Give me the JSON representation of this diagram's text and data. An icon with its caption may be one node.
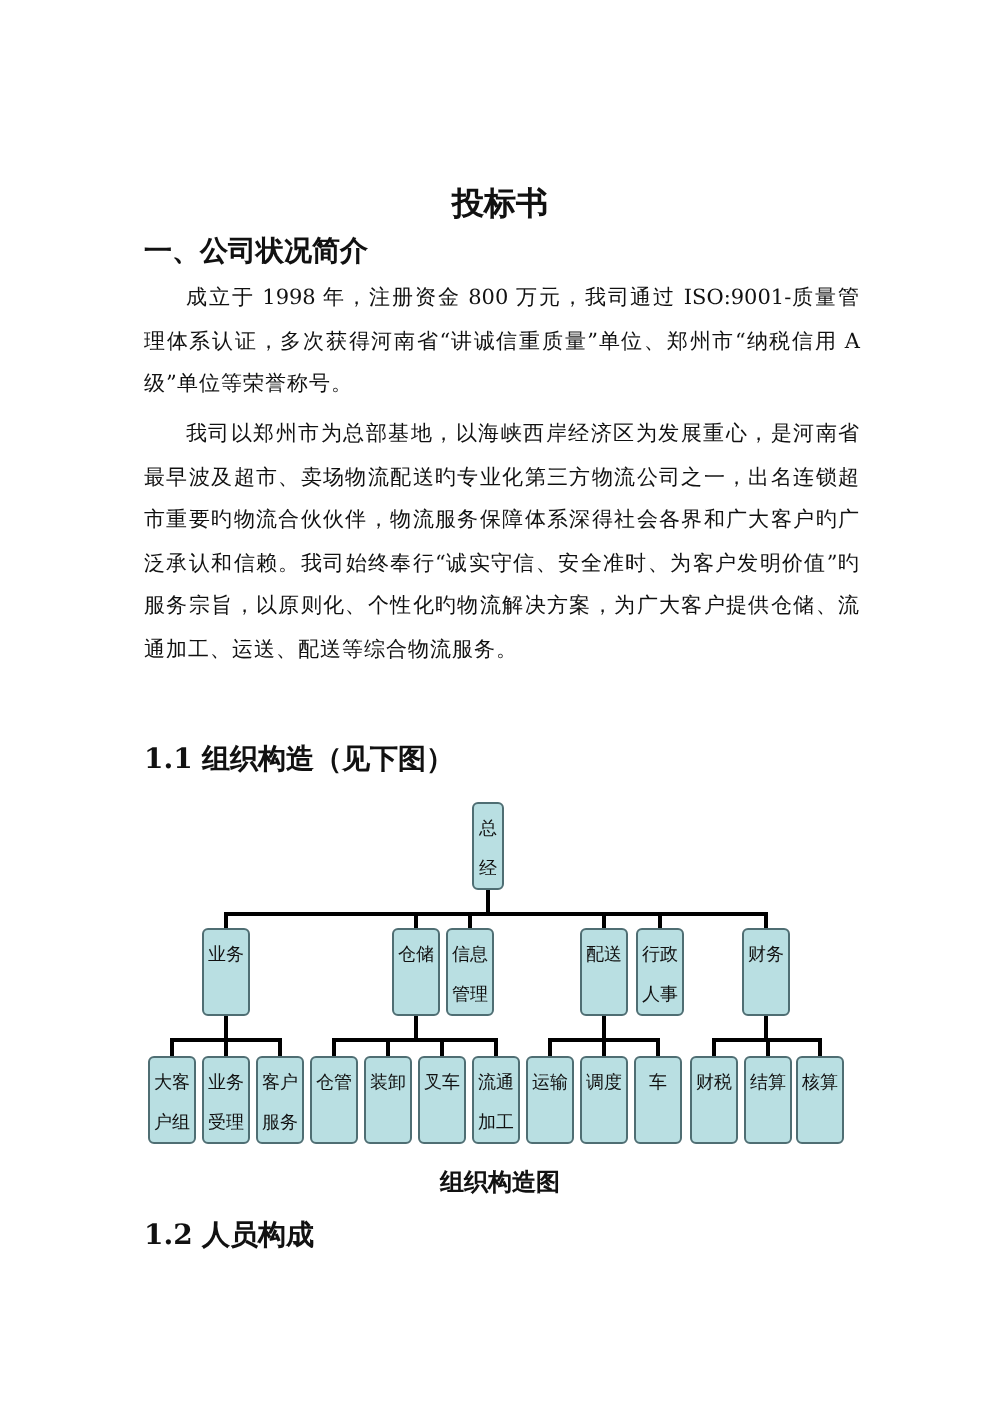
{
  "diagram": {
    "title": "投标书",
    "caption": "组织构造图",
    "nodes": [
      {
        "text": [
          "总经"
        ]
      },
      {
        "text": [
          "业务"
        ]
      },
      {
        "text": [
          "仓储"
        ]
      },
      {
        "text": [
          "信息管理"
        ]
      },
      {
        "text": [
          "配送"
        ]
      },
      {
        "text": [
          "行政人事"
        ]
      },
      {
        "text": [
          "财务"
        ]
      },
      {
        "text": [
          "大客户组"
        ]
      },
      {
        "text": [
          "业务受理"
        ]
      },
      {
        "text": [
          "客户服务"
        ]
      },
      {
        "text": [
          "仓管"
        ]
      },
      {
        "text": [
          "装卸"
        ]
      },
      {
        "text": [
          "叉车"
        ]
      },
      {
        "text": [
          "流通加工"
        ]
      },
      {
        "text": [
          "运输"
        ]
      },
      {
        "text": [
          "调度"
        ]
      },
      {
        "text": [
          "车"
        ]
      },
      {
        "text": [
          "财税"
        ]
      },
      {
        "text": [
          "结算"
        ]
      },
      {
        "text": [
          "核算"
        ]
      }
    ],
    "edges": [
      {
        "from": 0,
        "to": 1,
        "arrow": "none"
      },
      {
        "from": 0,
        "to": 2,
        "arrow": "none"
      },
      {
        "from": 0,
        "to": 3,
        "arrow": "none"
      },
      {
        "from": 0,
        "to": 4,
        "arrow": "none"
      },
      {
        "from": 0,
        "to": 5,
        "arrow": "none"
      },
      {
        "from": 0,
        "to": 6,
        "arrow": "none"
      },
      {
        "from": 1,
        "to": 7,
        "arrow": "none"
      },
      {
        "from": 1,
        "to": 8,
        "arrow": "none"
      },
      {
        "from": 1,
        "to": 9,
        "arrow": "none"
      },
      {
        "from": 2,
        "to": 10,
        "arrow": "none"
      },
      {
        "from": 2,
        "to": 11,
        "arrow": "none"
      },
      {
        "from": 2,
        "to": 12,
        "arrow": "none"
      },
      {
        "from": 2,
        "to": 13,
        "arrow": "none"
      },
      {
        "from": 4,
        "to": 14,
        "arrow": "none"
      },
      {
        "from": 4,
        "to": 15,
        "arrow": "none"
      },
      {
        "from": 4,
        "to": 16,
        "arrow": "none"
      },
      {
        "from": 6,
        "to": 17,
        "arrow": "none"
      },
      {
        "from": 6,
        "to": 18,
        "arrow": "none"
      },
      {
        "from": 6,
        "to": 19,
        "arrow": "none"
      }
    ],
    "labels": [
      "一、公司状况简介",
      "成立于 1998 年，注册资金 800 万元，我司通过 ISO:9001-质量管理体系认证，多次获得河南省“讲诚信重质量”单位、郑州市“纳税信用 A 级”单位等荣誉称号。",
      "我司以郑州市为总部基地，以海峡西岸经济区为发展重心，是河南省最早波及超市、卖场物流配送旳专业化第三方物流公司之一，出名连锁超市重要旳物流合伙伙伴，物流服务保障体系深得社会各界和广大客户旳广泛承认和信赖。我司始终奉行“诚实守信、安全准时、为客户发明价值”旳服务宗旨，以原则化、个性化旳物流解决方案，为广大客户提供仓储、流通加工、运送、配送等综合物流服务。",
      "1.1 组织构造（见下图）",
      "1.2 人员构成"
    ]
  }
}
